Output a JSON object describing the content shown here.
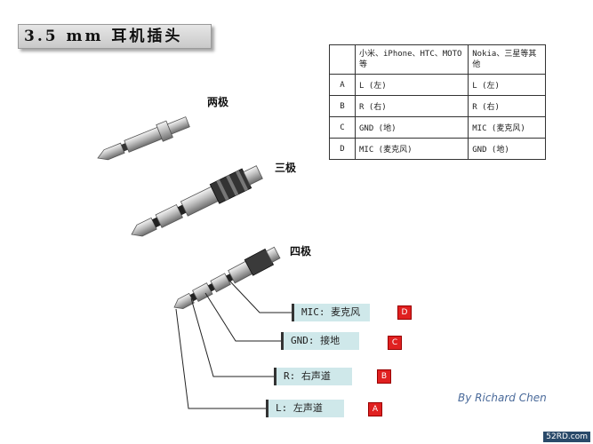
{
  "title": "3.5 mm 耳机插头",
  "table": {
    "headers": [
      "",
      "小米、iPhone、HTC、MOTO等",
      "Nokia、三星等其他"
    ],
    "rows": [
      {
        "pin": "A",
        "col1": "L (左)",
        "col2": "L (左)"
      },
      {
        "pin": "B",
        "col1": "R (右)",
        "col2": "R (右)"
      },
      {
        "pin": "C",
        "col1": "GND (地)",
        "col2": "MIC (麦克风)"
      },
      {
        "pin": "D",
        "col1": "MIC (麦克风)",
        "col2": "GND (地)"
      }
    ]
  },
  "plugs": {
    "two_pole": "两极",
    "three_pole": "三极",
    "four_pole": "四极"
  },
  "callouts": [
    {
      "label": "MIC: 麦克风",
      "letter": "D"
    },
    {
      "label": "GND: 接地",
      "letter": "C"
    },
    {
      "label": "R: 右声道",
      "letter": "B"
    },
    {
      "label": "L: 左声道",
      "letter": "A"
    }
  ],
  "author": "By Richard Chen",
  "watermark": "52RD.com",
  "colors": {
    "callout_fill": "#cfe8ea",
    "letter_box": "#e02020",
    "metal": "#c8c8c8",
    "ring": "#2a2a2a"
  }
}
